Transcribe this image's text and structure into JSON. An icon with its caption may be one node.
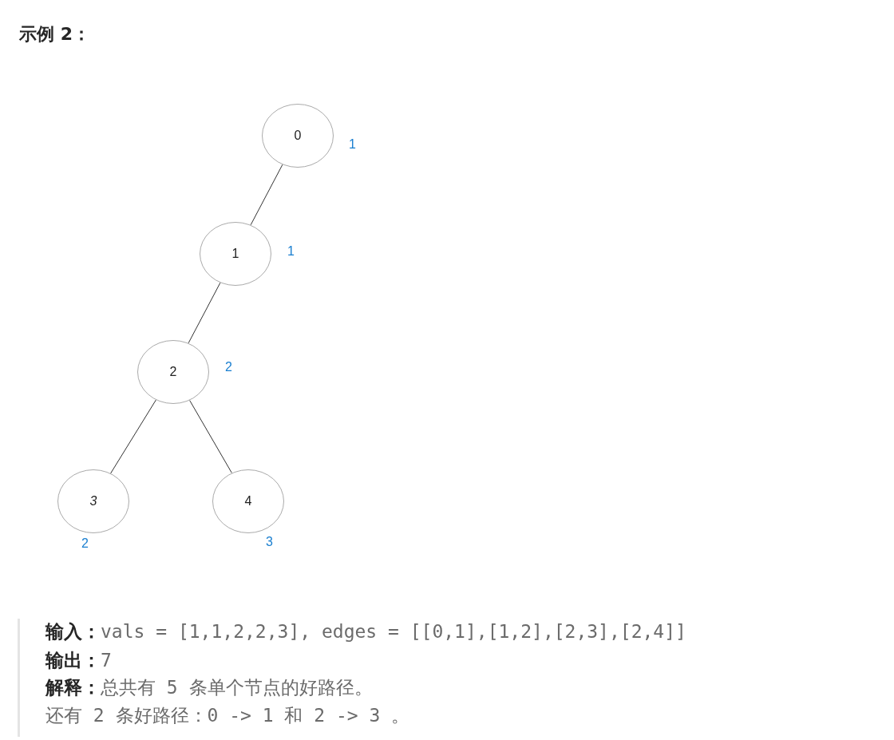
{
  "diagram": {
    "title": "示例 2：",
    "nodes": [
      {
        "text": [
          "0"
        ],
        "beside": [
          "1"
        ]
      },
      {
        "text": [
          "1"
        ],
        "beside": [
          "1"
        ]
      },
      {
        "text": [
          "2"
        ],
        "beside": [
          "2"
        ]
      },
      {
        "text": [
          "3"
        ],
        "beside": [
          "2"
        ]
      },
      {
        "text": [
          "4"
        ],
        "beside": [
          "3"
        ]
      }
    ],
    "edges": [
      {
        "from": 0,
        "to": 1,
        "arrow": "none"
      },
      {
        "from": 1,
        "to": 2,
        "arrow": "none"
      },
      {
        "from": 2,
        "to": 3,
        "arrow": "none"
      },
      {
        "from": 2,
        "to": 4,
        "arrow": "none"
      }
    ],
    "labels": [
      "**输入：**vals = [1,1,2,2,3], edges = [[0,1],[1,2],[2,3],[2,4]]",
      "**输出：**7",
      "**解释：**总共有 5 条单个节点的好路径。",
      "还有 2 条好路径：0 -> 1 和 2 -> 3 。"
    ]
  }
}
